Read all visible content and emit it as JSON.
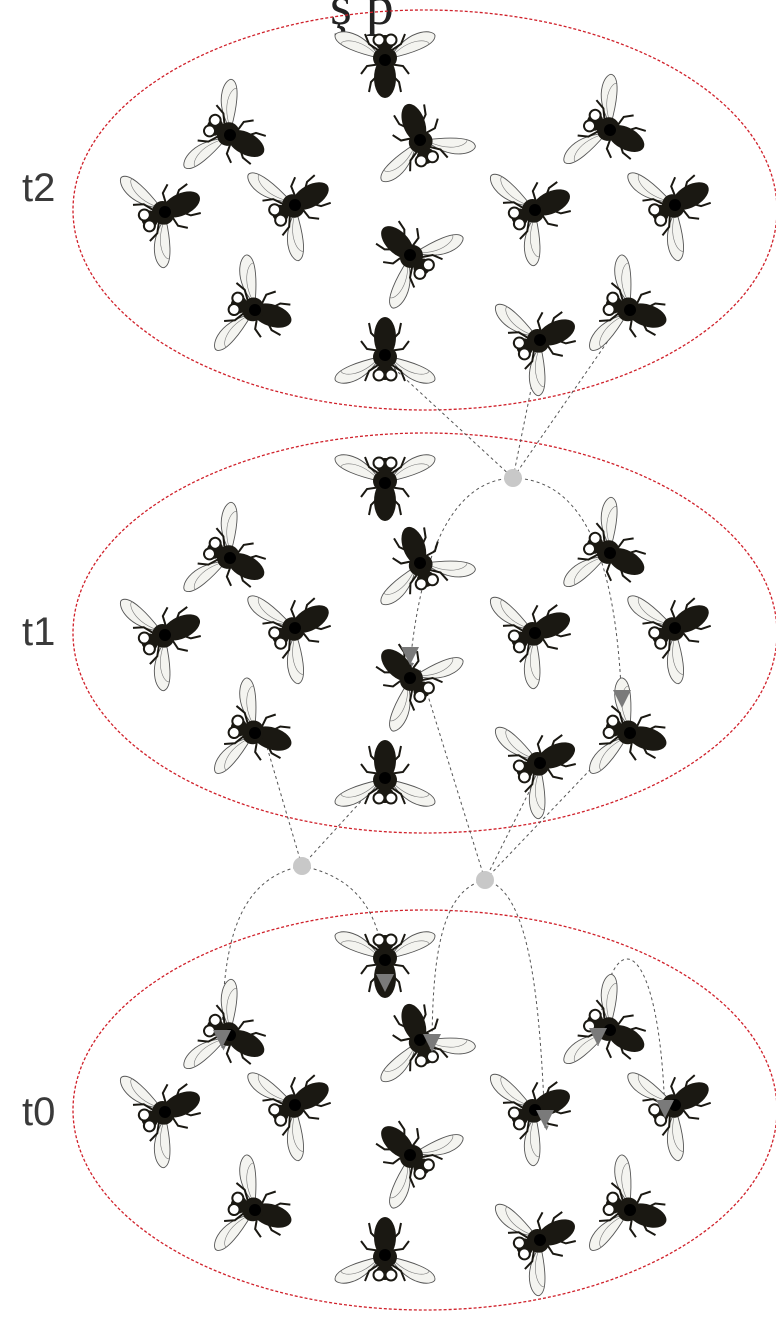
{
  "top_text": "ş        p",
  "generations": [
    {
      "id": "t2",
      "label": "t2"
    },
    {
      "id": "t1",
      "label": "t1"
    },
    {
      "id": "t0",
      "label": "t0"
    }
  ],
  "colors": {
    "ellipse_border": "#d0202a",
    "fly_body": "#1a1812",
    "fly_wing_stroke": "#555555",
    "fly_wing_fill": "#f4f4f0",
    "mating_node": "#c8c8c8",
    "lineage_line": "#555555",
    "arrow_head": "#7a7a7a"
  },
  "fly_icon": "fly-icon",
  "mating_node_icon": "mating-node-dot"
}
